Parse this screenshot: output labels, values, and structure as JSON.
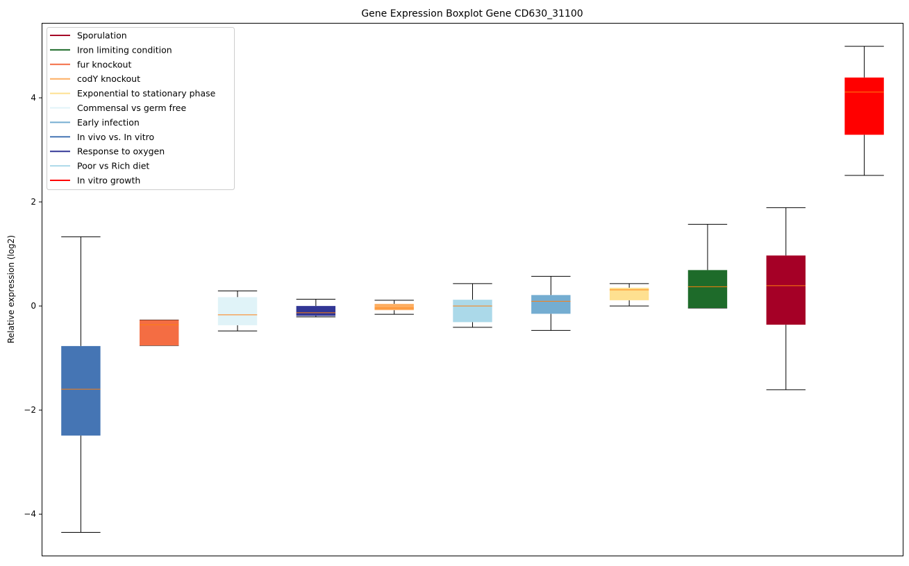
{
  "chart_data": {
    "type": "boxplot",
    "title": "Gene Expression Boxplot Gene CD630_31100",
    "xlabel": "",
    "ylabel": "Relative expression (log2)",
    "ylim": [
      -4.81,
      5.44
    ],
    "yticks": [
      -4,
      -2,
      0,
      2,
      4
    ],
    "ytick_labels": [
      "−4",
      "−2",
      "0",
      "2",
      "4"
    ],
    "grid": false,
    "legend_position": "top-left",
    "legend": [
      {
        "label": "Sporulation",
        "color": "#a50026"
      },
      {
        "label": "Iron limiting condition",
        "color": "#1e6b2a"
      },
      {
        "label": "fur knockout",
        "color": "#f46d43"
      },
      {
        "label": "codY knockout",
        "color": "#fdae61"
      },
      {
        "label": "Exponential to stationary phase",
        "color": "#fee090"
      },
      {
        "label": "Commensal vs germ free",
        "color": "#e0f3f8"
      },
      {
        "label": "Early infection",
        "color": "#74add1"
      },
      {
        "label": "In vivo vs. In vitro",
        "color": "#4575b4"
      },
      {
        "label": "Response to oxygen",
        "color": "#313695"
      },
      {
        "label": "Poor vs Rich diet",
        "color": "#abd9e9"
      },
      {
        "label": "In vitro growth",
        "color": "#ff0000"
      }
    ],
    "boxes": [
      {
        "name": "In vivo vs. In vitro",
        "color": "#4575b4",
        "whislo": -4.35,
        "q1": -2.49,
        "median": -1.6,
        "q3": -0.77,
        "whishi": 1.33
      },
      {
        "name": "fur knockout",
        "color": "#f46d43",
        "whislo": -0.76,
        "q1": -0.76,
        "median": -0.36,
        "q3": -0.27,
        "whishi": -0.27
      },
      {
        "name": "Commensal vs germ free",
        "color": "#e0f3f8",
        "whislo": -0.48,
        "q1": -0.37,
        "median": -0.17,
        "q3": 0.17,
        "whishi": 0.29
      },
      {
        "name": "Response to oxygen",
        "color": "#313695",
        "whislo": -0.21,
        "q1": -0.19,
        "median": -0.13,
        "q3": 0.0,
        "whishi": 0.13
      },
      {
        "name": "codY knockout",
        "color": "#fdae61",
        "whislo": -0.16,
        "q1": -0.08,
        "median": -0.04,
        "q3": 0.04,
        "whishi": 0.11
      },
      {
        "name": "Poor vs Rich diet",
        "color": "#abd9e9",
        "whislo": -0.41,
        "q1": -0.31,
        "median": 0.0,
        "q3": 0.12,
        "whishi": 0.43
      },
      {
        "name": "Early infection",
        "color": "#74add1",
        "whislo": -0.47,
        "q1": -0.15,
        "median": 0.09,
        "q3": 0.21,
        "whishi": 0.57
      },
      {
        "name": "Exponential to stationary phase",
        "color": "#fee090",
        "whislo": 0.0,
        "q1": 0.11,
        "median": 0.31,
        "q3": 0.35,
        "whishi": 0.43
      },
      {
        "name": "Iron limiting condition",
        "color": "#1e6b2a",
        "whislo": -0.04,
        "q1": -0.04,
        "median": 0.37,
        "q3": 0.69,
        "whishi": 1.57
      },
      {
        "name": "Sporulation",
        "color": "#a50026",
        "whislo": -1.61,
        "q1": -0.36,
        "median": 0.39,
        "q3": 0.97,
        "whishi": 1.89
      },
      {
        "name": "In vitro growth",
        "color": "#ff0000",
        "whislo": 2.51,
        "q1": 3.29,
        "median": 4.11,
        "q3": 4.39,
        "whishi": 4.99
      }
    ],
    "median_color": "#ff7f0e"
  }
}
